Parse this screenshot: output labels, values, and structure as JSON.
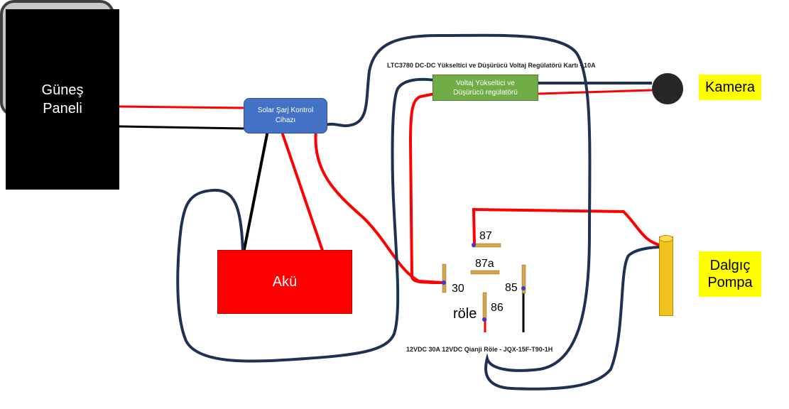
{
  "solar_panel": {
    "line1": "Güneş",
    "line2": "Paneli"
  },
  "controller": {
    "line1": "Solar Şarj Kontrol",
    "line2": "Cihazı"
  },
  "regulator": {
    "caption": "LTC3780 DC-DC Yükseltici ve Düşürücü Voltaj Regülatörü Kartı - 10A",
    "line1": "Voltaj  Yükseltici ve",
    "line2": "Düşürücü regülatörü"
  },
  "battery": {
    "label": "Akü"
  },
  "camera": {
    "label": "Kamera"
  },
  "pump": {
    "line1": "Dalgıç",
    "line2": "Pompa"
  },
  "relay": {
    "name": "röle",
    "caption": "12VDC 30A 12VDC Qianji Röle - JQX-15F-T90-1H",
    "pins": {
      "p87": "87",
      "p87a": "87a",
      "p30": "30",
      "p85": "85",
      "p86": "86"
    }
  },
  "colors": {
    "positive_wire": "#ff0000",
    "negative_wire": "#000000",
    "loop_wire": "#1f3152",
    "controller": "#4472c4",
    "regulator": "#70ad47",
    "battery": "#ff0000",
    "label_bg": "#ffff00"
  }
}
